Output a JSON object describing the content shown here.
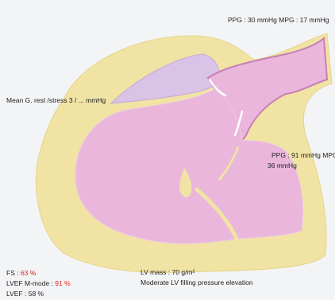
{
  "annotations": {
    "aortic_gradients": "PPG : 30 mmHg MPG : 17 mmHg",
    "mitral_gradient": "Mean G. rest /stress 3 / ... mmHg",
    "lvot_gradients_line1": "PPG : 91 mmHg MPG",
    "lvot_gradients_line2": "36 mmHg",
    "lv_mass": "LV mass : 70 g/m²",
    "filling_pressure": "Moderate LV filling pressure elevation"
  },
  "measurements": {
    "fs_label": "FS : ",
    "fs_value": "63 %",
    "lvef_mmode_label": "LVEF M-mode : ",
    "lvef_mmode_value": "91 %",
    "lvef_label": "LVEF : ",
    "lvef_value": "58 %"
  },
  "colors": {
    "background": "#f3f4f6",
    "myocardium": "#f0e3a4",
    "lv_cavity": "#eab6dc",
    "left_atrium": "#d9c3e6",
    "aorta": "#eab6dc",
    "valve": "#ffffff",
    "highlight_value": "#e0201c"
  }
}
